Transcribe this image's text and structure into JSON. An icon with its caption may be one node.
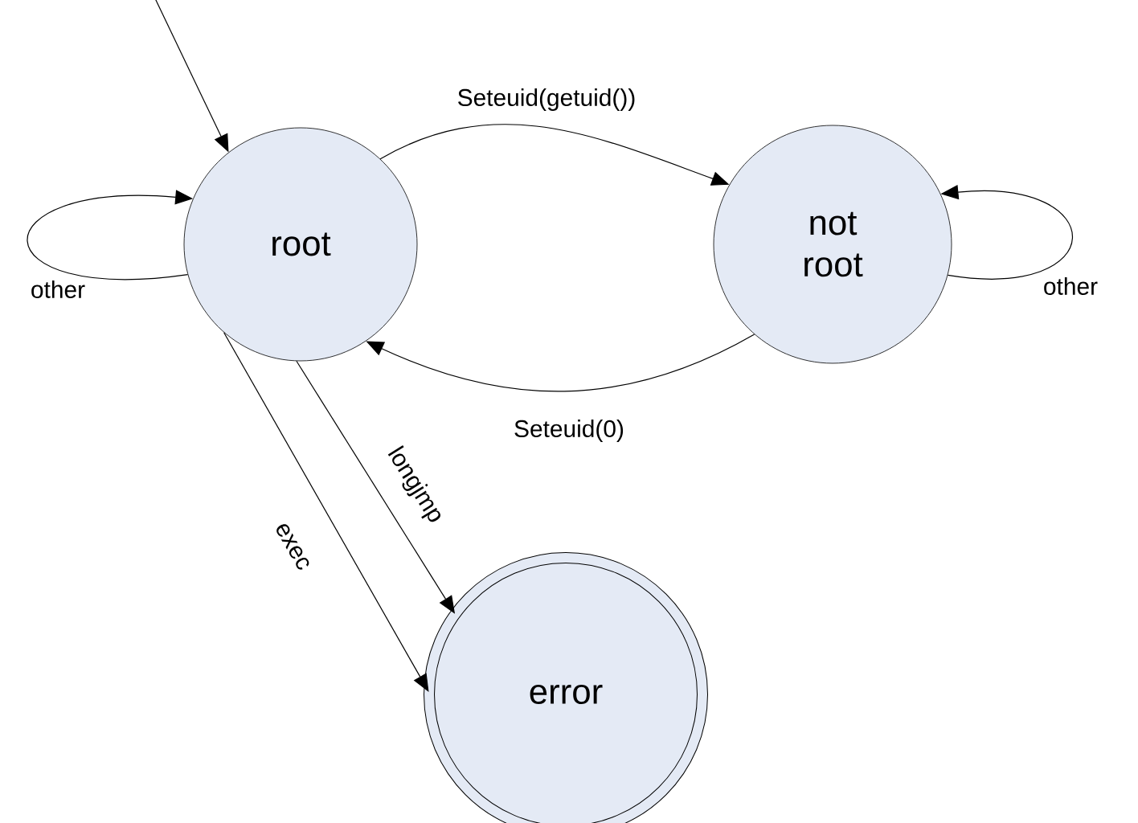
{
  "diagram": {
    "nodes": [
      {
        "text": [
          "root"
        ]
      },
      {
        "text": [
          "not root"
        ]
      },
      {
        "text": [
          "error"
        ]
      }
    ],
    "edges": [
      {
        "from": null,
        "to": 0,
        "arrow": "to"
      },
      {
        "from": 0,
        "to": 0,
        "arrow": "to",
        "label": "other"
      },
      {
        "from": 0,
        "to": 1,
        "arrow": "to",
        "label": "Seteuid(getuid())"
      },
      {
        "from": 1,
        "to": 0,
        "arrow": "to",
        "label": "Seteuid(0)"
      },
      {
        "from": 1,
        "to": 1,
        "arrow": "to",
        "label": "other"
      },
      {
        "from": 0,
        "to": 2,
        "arrow": "to",
        "label": "longjmp"
      },
      {
        "from": 0,
        "to": 2,
        "arrow": "to",
        "label": "exec"
      }
    ]
  }
}
